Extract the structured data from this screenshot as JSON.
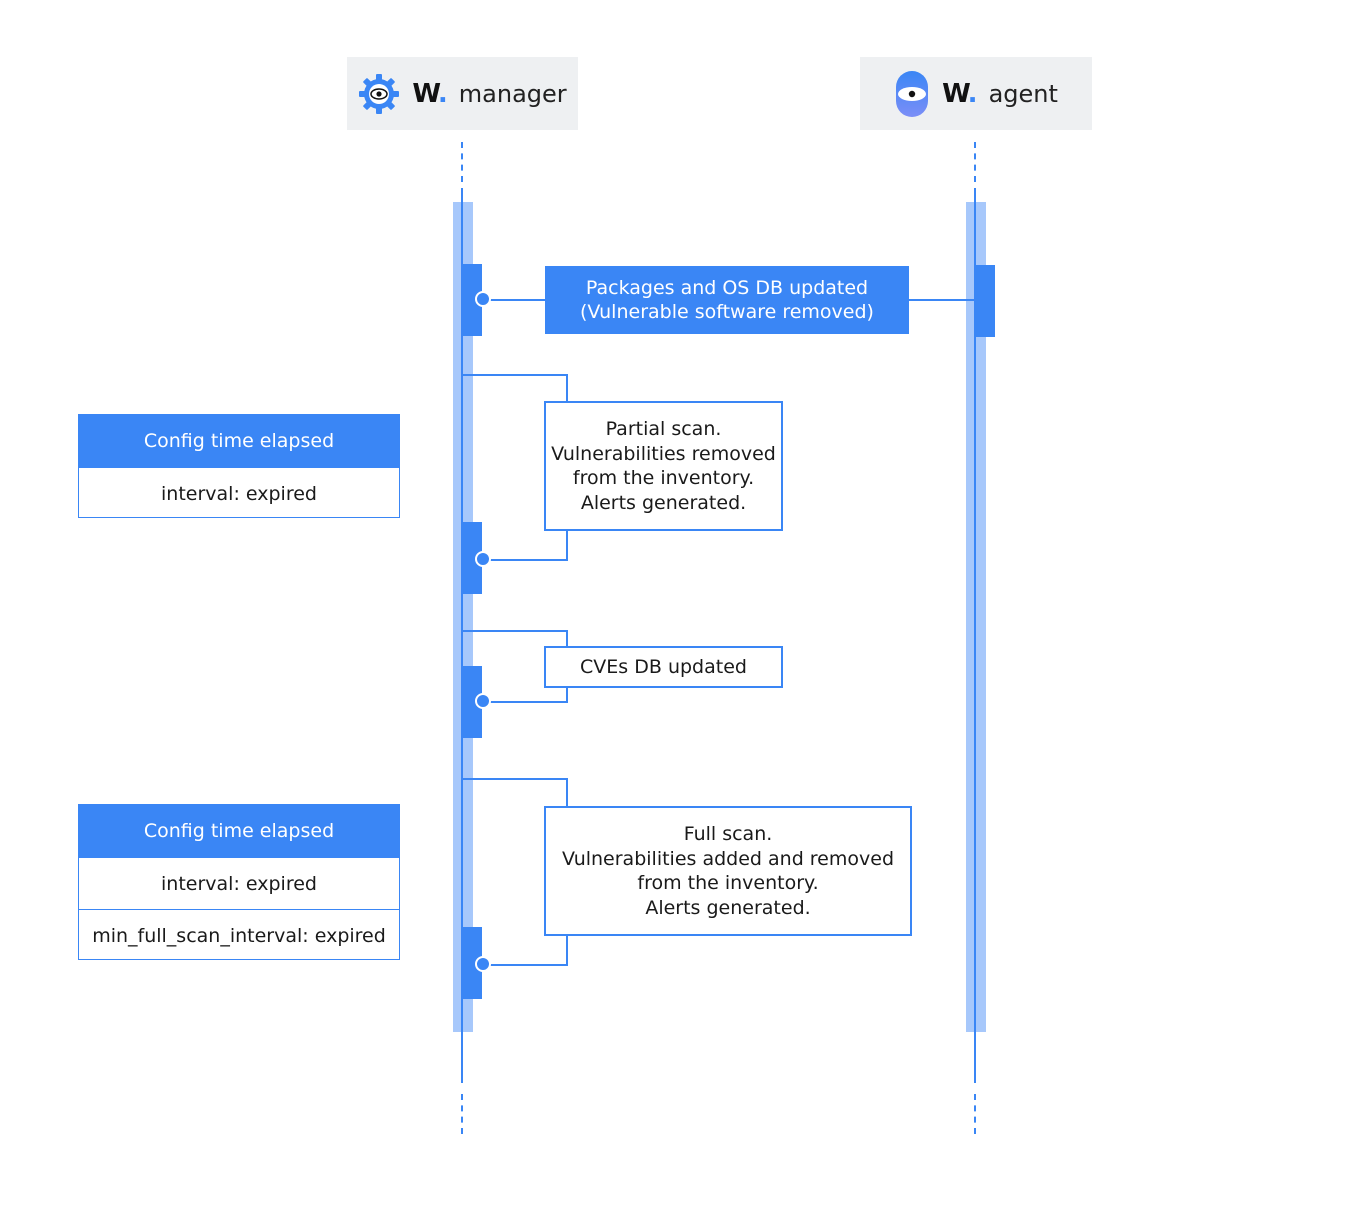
{
  "actors": {
    "manager": {
      "brand": "W",
      "brand_dot": ".",
      "name": "manager"
    },
    "agent": {
      "brand": "W",
      "brand_dot": ".",
      "name": "agent"
    }
  },
  "messages": {
    "packages_update": {
      "line1": "Packages and OS DB updated",
      "line2": "(Vulnerable software removed)"
    },
    "partial_scan": {
      "line1": "Partial scan.",
      "line2": "Vulnerabilities removed",
      "line3": "from the inventory.",
      "line4": "Alerts generated."
    },
    "cves_update": {
      "line1": "CVEs DB updated"
    },
    "full_scan": {
      "line1": "Full scan.",
      "line2": "Vulnerabilities added and removed",
      "line3": "from the inventory.",
      "line4": "Alerts generated."
    }
  },
  "config_boxes": [
    {
      "title": "Config time elapsed",
      "rows": [
        "interval: expired"
      ]
    },
    {
      "title": "Config time elapsed",
      "rows": [
        "interval: expired",
        "min_full_scan_interval: expired"
      ]
    }
  ],
  "colors": {
    "accent": "#3a86f5",
    "activation": "#a7c8fb",
    "actor_bg": "#eef0f2"
  }
}
